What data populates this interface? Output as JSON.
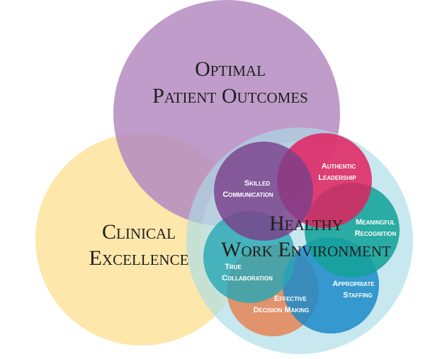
{
  "outer_circles": {
    "outcomes": {
      "line1": "Optimal",
      "line2": "Patient Outcomes"
    },
    "clinical": {
      "line1": "Clinical",
      "line2": "Excellence"
    },
    "healthy": {
      "line1": "Healthy",
      "line2": "Work Environment"
    }
  },
  "standards": {
    "skilled": {
      "line1": "Skilled",
      "line2": "Communication"
    },
    "authentic": {
      "line1": "Authentic",
      "line2": "Leadership"
    },
    "meaningful": {
      "line1": "Meaningful",
      "line2": "Recognition"
    },
    "true_collab": {
      "line1": "True",
      "line2": "Collaboration"
    },
    "effective": {
      "line1": "Effective",
      "line2": "Decision Making"
    },
    "appropriate": {
      "line1": "Appropriate",
      "line2": "Staffing"
    }
  },
  "colors": {
    "outcomes": "#b48bbf",
    "clinical": "#fde4a2",
    "healthy_ring": "#a9dbe7",
    "skilled": "#7a3f8a",
    "authentic": "#e0215e",
    "meaningful": "#14a29a",
    "true_collab": "#2aa7b5",
    "effective": "#e38a5c",
    "appropriate": "#1b89c9"
  }
}
